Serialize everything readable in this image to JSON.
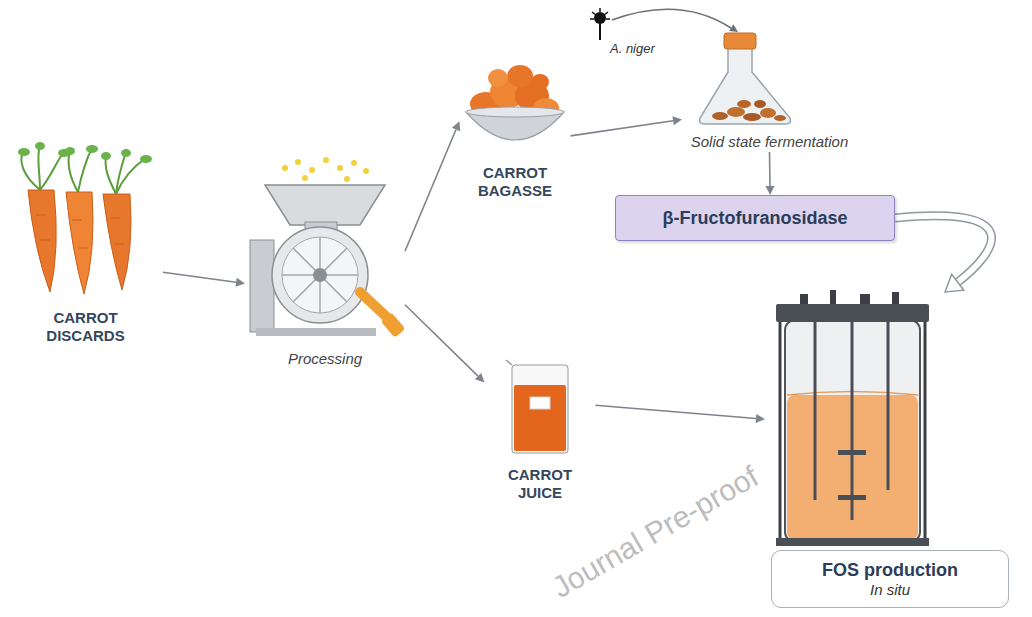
{
  "diagram": {
    "nodes": [
      {
        "text": [
          "CARROT DISCARDS"
        ]
      },
      {
        "text": [
          "Processing"
        ]
      },
      {
        "text": [
          "CARROT BAGASSE"
        ]
      },
      {
        "text": [
          "Solid state fermentation"
        ]
      },
      {
        "text": [
          "β-Fructofuranosidase"
        ]
      },
      {
        "text": [
          "CARROT JUICE"
        ]
      },
      {
        "text": [
          "FOS production",
          "In situ"
        ]
      }
    ],
    "edges": [
      {
        "from": 0,
        "to": 1,
        "arrow": "to"
      },
      {
        "from": 1,
        "to": 2,
        "arrow": "to"
      },
      {
        "from": 1,
        "to": 5,
        "arrow": "to"
      },
      {
        "from": 2,
        "to": 3,
        "arrow": "to"
      },
      {
        "from": 3,
        "to": 4,
        "arrow": "to"
      },
      {
        "from": 4,
        "to": 6,
        "arrow": "to"
      },
      {
        "from": 5,
        "to": 6,
        "arrow": "to"
      }
    ],
    "labels": [
      "A. niger",
      "Journal Pre-proof"
    ]
  }
}
